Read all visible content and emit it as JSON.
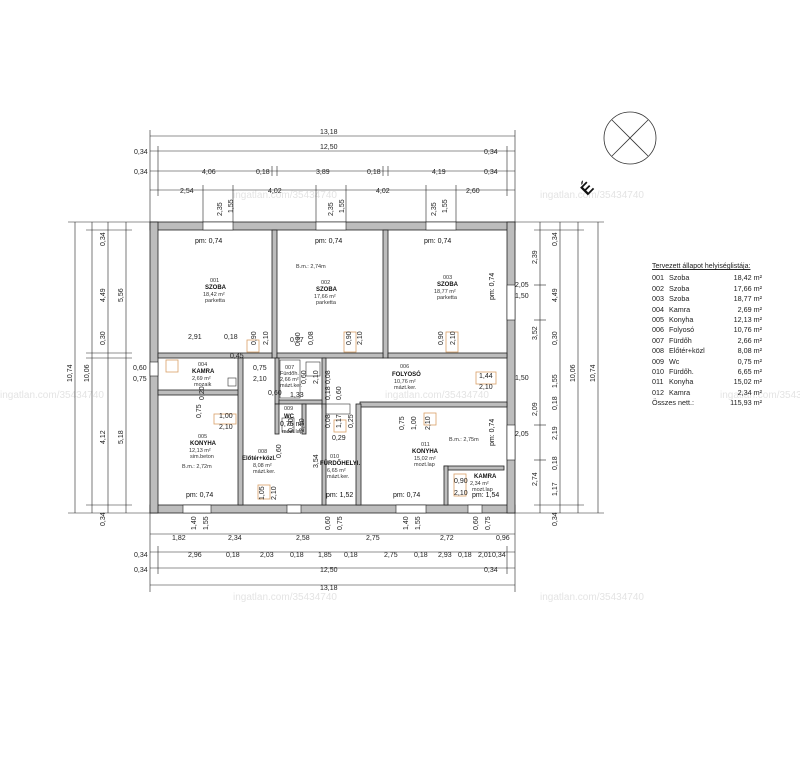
{
  "watermark": "ingatlan.com/35434740",
  "north_label": "É",
  "dims": {
    "top_overall": "13,18",
    "top_inner": "12,50",
    "top_wall_l": "0,34",
    "top_wall_r": "0,34",
    "top_row2": [
      "0,34",
      "4,06",
      "0,18",
      "3,89",
      "0,18",
      "4,19",
      "0,34"
    ],
    "top_row3": [
      "2,54",
      "4,02",
      "4,02",
      "2,60"
    ],
    "top_win": [
      "2,35",
      "1,55",
      "2,35",
      "1,55",
      "2,35",
      "1,55"
    ],
    "bot_overall": "13,18",
    "bot_inner": "12,50",
    "bot_wall_l": "0,34",
    "bot_wall_r": "0,34",
    "bot_row2": [
      "0,34",
      "2,96",
      "0,18",
      "2,03",
      "0,18",
      "1,85",
      "0,18",
      "2,75",
      "0,18",
      "2,93",
      "0,18",
      "2,01",
      "0,34"
    ],
    "bot_row1": [
      "1,82",
      "2,34",
      "2,58",
      "2,75",
      "2,72",
      "0,96"
    ],
    "bot_win": [
      "1,40",
      "1,55",
      "0,60",
      "0,75",
      "1,40",
      "1,55",
      "0,60",
      "0,75"
    ],
    "left_overall": "10,74",
    "left_inner": "10,06",
    "left_outer": [
      "0,34",
      "4,49",
      "0,30",
      "4,12",
      "0,34"
    ],
    "left_mid": [
      "5,56",
      "5,18"
    ],
    "left_door": [
      "0,60",
      "0,75"
    ],
    "right_overall": "10,74",
    "right_inner": "10,06",
    "right_outer": [
      "0,34",
      "4,49",
      "0,30",
      "1,55",
      "0,18",
      "2,19",
      "0,18",
      "1,17",
      "0,34"
    ],
    "right_mid": [
      "2,39",
      "2,05",
      "1,50",
      "3,52",
      "2,09",
      "1,50",
      "2,05",
      "2,74"
    ],
    "inner": [
      "2,91",
      "0,18",
      "0,90",
      "2,10",
      "0,45",
      "0,75",
      "2,10",
      "0,27",
      "0,08",
      "0,90",
      "2,10",
      "0,90",
      "2,10",
      "1,44",
      "2,10",
      "0,75",
      "1,00",
      "2,10",
      "0,60",
      "1,33",
      "0,18",
      "0,60",
      "0,08",
      "0,29",
      "0,25",
      "0,90",
      "2,10",
      "0,60",
      "1,05",
      "2,10",
      "3,54",
      "0,75",
      "1,00",
      "2,10",
      "0,90",
      "2,10",
      "0,60",
      "2,10",
      "1,17",
      "0,20",
      "0,08",
      "0,90"
    ]
  },
  "rooms": [
    {
      "num": "001",
      "name": "SZOBA",
      "area": "18,42 m²",
      "floor": "parketta",
      "pm": "pm: 0,74"
    },
    {
      "num": "002",
      "name": "SZOBA",
      "area": "17,66 m²",
      "floor": "parketta",
      "pm": "pm: 0,74",
      "bm": "B.m.: 2,74m"
    },
    {
      "num": "003",
      "name": "SZOBA",
      "area": "18,77 m²",
      "floor": "parketta",
      "pm": "pm: 0,74",
      "pm_side": "pm: 0,74"
    },
    {
      "num": "004",
      "name": "KAMRA",
      "area": "2,69 m²",
      "floor": "mozaik"
    },
    {
      "num": "005",
      "name": "KONYHA",
      "area": "12,13 m²",
      "floor": "sim.beton",
      "pm": "pm: 0,74",
      "bm": "B.m.: 2,72m"
    },
    {
      "num": "006",
      "name": "FOLYOSÓ",
      "area": "10,76 m²",
      "floor": "mázt.ker."
    },
    {
      "num": "007",
      "name": "Fürdőh.",
      "area": "2,66 m²",
      "floor": "mázt.ker."
    },
    {
      "num": "008",
      "name": "Előtér+közl.",
      "area": "8,08 m²",
      "floor": "mázt.ker."
    },
    {
      "num": "009",
      "name": "WC",
      "area": "0,75 m²",
      "floor": "mozt.lap"
    },
    {
      "num": "010",
      "name": "FÜRDŐHELYI.",
      "area": "6,65 m²",
      "floor": "mázt.ker.",
      "pm": "pm: 1,52"
    },
    {
      "num": "011",
      "name": "KONYHA",
      "area": "15,02 m²",
      "floor": "mozt.lap",
      "pm": "pm: 0,74",
      "bm": "B.m.: 2,75m",
      "pm_side": "pm: 0,74"
    },
    {
      "num": "012",
      "name": "KAMRA",
      "area": "2,34 m²",
      "floor": "mozt.lap",
      "pm": "pm: 1,54"
    }
  ],
  "schedule": {
    "title": "Tervezett állapot helyiséglistája:",
    "rows": [
      {
        "num": "001",
        "name": "Szoba",
        "area": "18,42 m²"
      },
      {
        "num": "002",
        "name": "Szoba",
        "area": "17,66 m²"
      },
      {
        "num": "003",
        "name": "Szoba",
        "area": "18,77 m²"
      },
      {
        "num": "004",
        "name": "Kamra",
        "area": "2,69 m²"
      },
      {
        "num": "005",
        "name": "Konyha",
        "area": "12,13 m²"
      },
      {
        "num": "006",
        "name": "Folyosó",
        "area": "10,76 m²"
      },
      {
        "num": "007",
        "name": "Fürdőh",
        "area": "2,66 m²"
      },
      {
        "num": "008",
        "name": "Előtér+közl",
        "area": "8,08 m²"
      },
      {
        "num": "009",
        "name": "Wc",
        "area": "0,75 m²"
      },
      {
        "num": "010",
        "name": "Fürdőh.",
        "area": "6,65 m²"
      },
      {
        "num": "011",
        "name": "Konyha",
        "area": "15,02 m²"
      },
      {
        "num": "012",
        "name": "Kamra",
        "area": "2,34 m²"
      }
    ],
    "total_label": "Összes nett.:",
    "total_value": "115,93 m²"
  },
  "colors": {
    "wall": "#bdbdbd",
    "line": "#222222",
    "accent": "#d9a066"
  }
}
